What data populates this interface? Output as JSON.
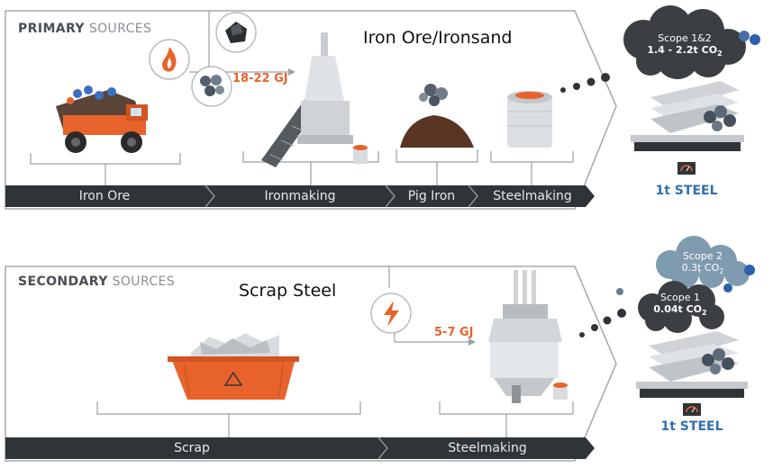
{
  "primary": {
    "header_bold": "PRIMARY",
    "header_rest": " SOURCES",
    "title": "Iron Ore/Ironsand",
    "energy": "18-22 GJ",
    "stages": [
      "Iron Ore",
      "Ironmaking",
      "Pig Iron",
      "Steelmaking"
    ],
    "emission_scope": "Scope 1&2",
    "emission_value": "1.4 - 2.2t CO",
    "emission_sub": "2",
    "output": "1t STEEL"
  },
  "secondary": {
    "header_bold": "SECONDARY",
    "header_rest": " SOURCES",
    "title": "Scrap Steel",
    "energy": "5-7 GJ",
    "stages": [
      "Scrap",
      "Steelmaking"
    ],
    "scope2_label": "Scope 2",
    "scope2_value": "0.3t CO",
    "scope2_sub": "2",
    "scope1_label": "Scope 1",
    "scope1_value": "0.04t CO",
    "scope1_sub": "2",
    "output": "1t STEEL"
  },
  "colors": {
    "bar": "#2f3438",
    "frame": "#9aa0a5",
    "accent": "#e8632b",
    "steel_text": "#2f6fb3",
    "cloud_dark": "#3b3f43",
    "cloud_light": "#7f9bb0"
  }
}
